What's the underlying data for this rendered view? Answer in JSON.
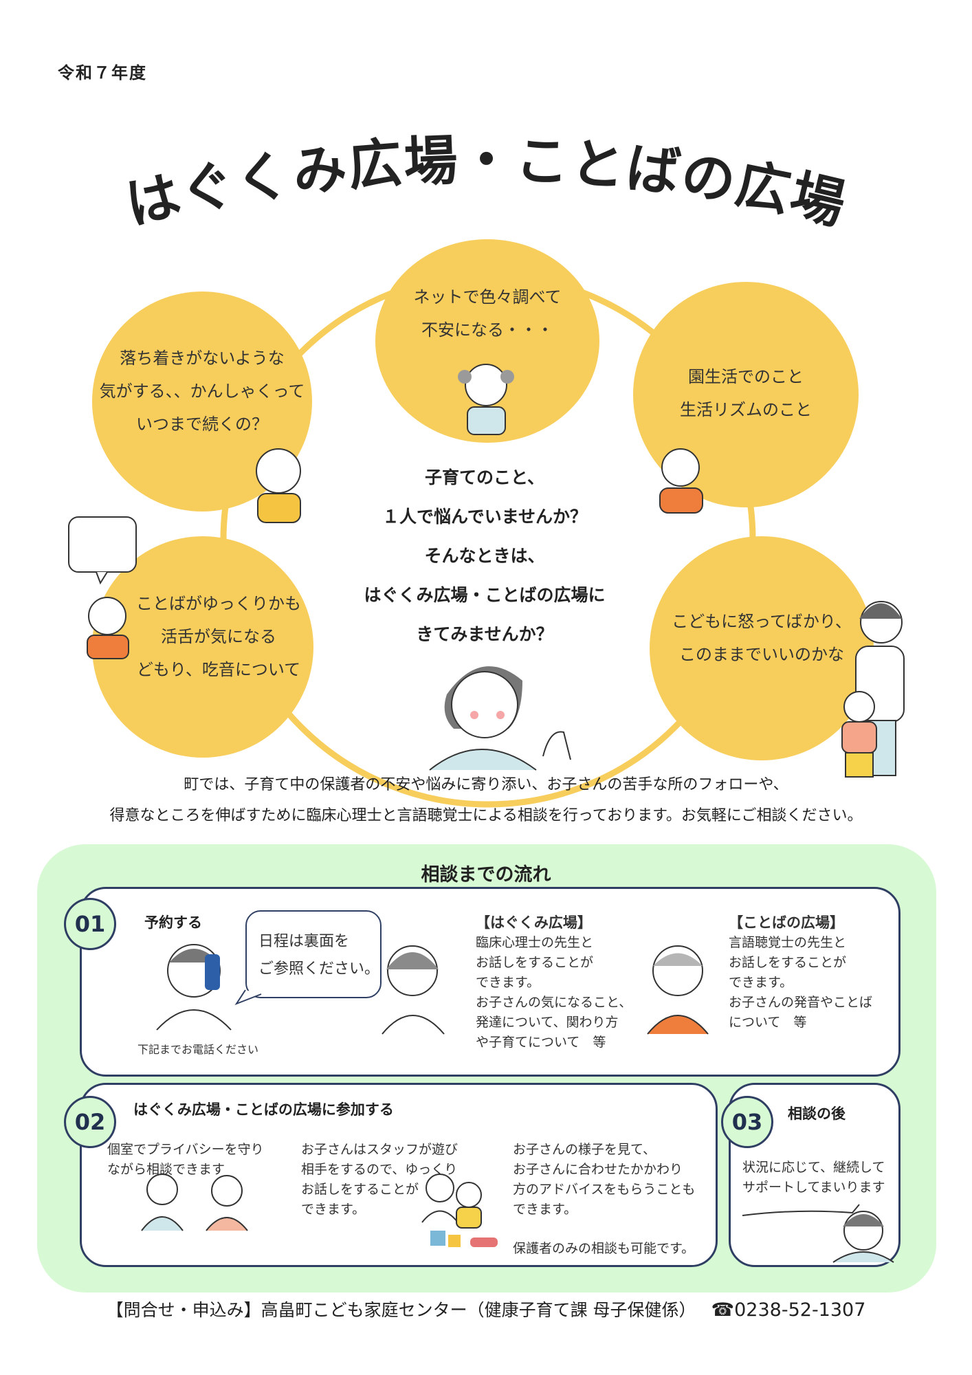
{
  "fiscal_year": "令和７年度",
  "title": "はぐくみ広場・ことばの広場",
  "bubbles": [
    {
      "lines": [
        "ネットで色々調べて",
        "不安になる・・・"
      ]
    },
    {
      "lines": [
        "落ち着きがないような",
        "気がする、、かんしゃくって",
        "いつまで続くの？"
      ]
    },
    {
      "lines": [
        "園生活でのこと",
        "生活リズムのこと"
      ]
    },
    {
      "lines": [
        "ことばがゆっくりかも",
        "活舌が気になる",
        "どもり、吃音について"
      ]
    },
    {
      "lines": [
        "こどもに怒ってばかり、",
        "このままでいいのかな"
      ]
    }
  ],
  "center_message": [
    "子育てのこと、",
    "１人で悩んでいませんか？",
    "そんなときは、",
    "はぐくみ広場・ことばの広場に",
    "きてみませんか？"
  ],
  "intro": [
    "町では、子育て中の保護者の不安や悩みに寄り添い、お子さんの苦手な所のフォローや、",
    "得意なところを伸ばすために臨床心理士と言語聴覚士による相談を行っております。お気軽にご相談ください。"
  ],
  "flow": {
    "title": "相談までの流れ",
    "step1": {
      "number": "01",
      "label": "予約する",
      "speech": [
        "日程は裏面を",
        "ご参照ください。"
      ],
      "phone_note": "下記までお電話ください",
      "hagukumi": {
        "heading": "【はぐくみ広場】",
        "lines": [
          "臨床心理士の先生と",
          "お話しをすることが",
          "できます。",
          "お子さんの気になること、",
          "発達について、関わり方",
          "や子育てについて　等"
        ]
      },
      "kotoba": {
        "heading": "【ことばの広場】",
        "lines": [
          "言語聴覚士の先生と",
          "お話しをすることが",
          "できます。",
          "お子さんの発音やことば",
          "について　等"
        ]
      }
    },
    "step2": {
      "number": "02",
      "label": "はぐくみ広場・ことばの広場に参加する",
      "col1": [
        "個室でプライバシーを守り",
        "ながら相談できます"
      ],
      "col2": [
        "お子さんはスタッフが遊び",
        "相手をするので、ゆっくり",
        "お話しをすることが",
        "できます。"
      ],
      "col3": [
        "お子さんの様子を見て、",
        "お子さんに合わせたかかわり",
        "方のアドバイスをもらうことも",
        "できます。"
      ],
      "col3_note": "保護者のみの相談も可能です。"
    },
    "step3": {
      "number": "03",
      "label": "相談の後",
      "lines": [
        "状況に応じて、継続して",
        "サポートしてまいります"
      ]
    }
  },
  "footer": {
    "text": "【問合せ・申込み】高畠町こども家庭センター（健康子育て課 母子保健係）",
    "phone": "☎0238-52-1307"
  },
  "colors": {
    "bubble": "#f7cd5c",
    "panel": "#d7f9d3",
    "border": "#2f3e63"
  }
}
